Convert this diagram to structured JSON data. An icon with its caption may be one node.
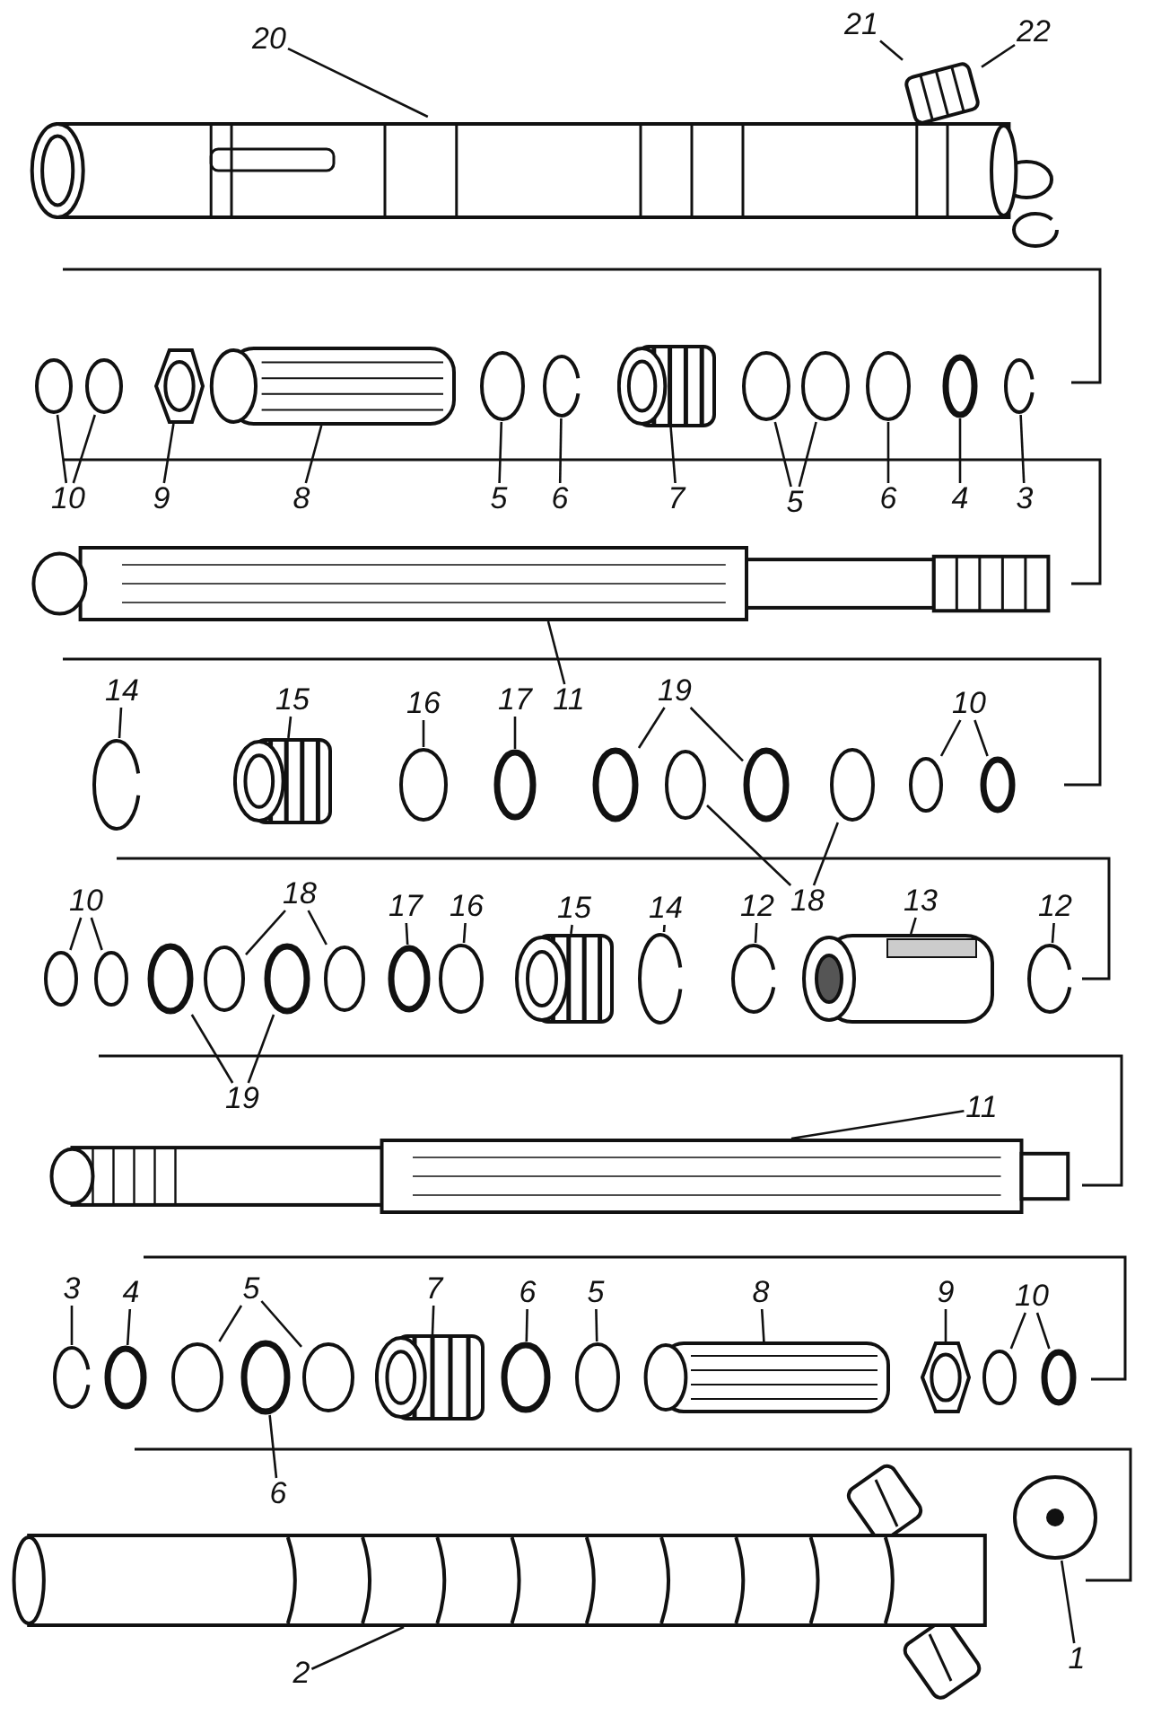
{
  "diagram": {
    "nodes": [
      {
        "text": [],
        "shape": "picture"
      },
      {
        "text": [],
        "shape": "picture"
      },
      {
        "text": [
          "20"
        ]
      },
      {
        "text": [
          "21"
        ]
      },
      {
        "text": [
          "22"
        ]
      },
      {
        "text": [],
        "shape": "circle"
      },
      {
        "text": [],
        "shape": "circle"
      },
      {
        "text": [],
        "shape": "picture"
      },
      {
        "text": [],
        "shape": "picture"
      },
      {
        "text": [],
        "shape": "circle"
      },
      {
        "text": [],
        "shape": "circle"
      },
      {
        "text": [],
        "shape": "picture"
      },
      {
        "text": [],
        "shape": "circle"
      },
      {
        "text": [],
        "shape": "circle"
      },
      {
        "text": [],
        "shape": "circle"
      },
      {
        "text": [],
        "shape": "circle"
      },
      {
        "text": [],
        "shape": "circle"
      },
      {
        "text": [
          "10"
        ]
      },
      {
        "text": [
          "9"
        ]
      },
      {
        "text": [
          "8"
        ]
      },
      {
        "text": [
          "5"
        ]
      },
      {
        "text": [
          "6"
        ]
      },
      {
        "text": [
          "7"
        ]
      },
      {
        "text": [
          "5"
        ]
      },
      {
        "text": [
          "6"
        ]
      },
      {
        "text": [
          "4"
        ]
      },
      {
        "text": [
          "3"
        ]
      },
      {
        "text": [],
        "shape": "picture"
      },
      {
        "text": [
          "11"
        ]
      },
      {
        "text": [],
        "shape": "circle"
      },
      {
        "text": [],
        "shape": "picture"
      },
      {
        "text": [],
        "shape": "circle"
      },
      {
        "text": [],
        "shape": "circle"
      },
      {
        "text": [],
        "shape": "circle"
      },
      {
        "text": [],
        "shape": "circle"
      },
      {
        "text": [],
        "shape": "circle"
      },
      {
        "text": [],
        "shape": "circle"
      },
      {
        "text": [],
        "shape": "circle"
      },
      {
        "text": [],
        "shape": "circle"
      },
      {
        "text": [
          "14"
        ]
      },
      {
        "text": [
          "15"
        ]
      },
      {
        "text": [
          "16"
        ]
      },
      {
        "text": [
          "17"
        ]
      },
      {
        "text": [
          "19"
        ]
      },
      {
        "text": [
          "10"
        ]
      },
      {
        "text": [
          "18"
        ]
      },
      {
        "text": [],
        "shape": "circle"
      },
      {
        "text": [],
        "shape": "circle"
      },
      {
        "text": [],
        "shape": "circle"
      },
      {
        "text": [],
        "shape": "circle"
      },
      {
        "text": [],
        "shape": "circle"
      },
      {
        "text": [],
        "shape": "circle"
      },
      {
        "text": [],
        "shape": "circle"
      },
      {
        "text": [],
        "shape": "circle"
      },
      {
        "text": [],
        "shape": "picture"
      },
      {
        "text": [],
        "shape": "circle"
      },
      {
        "text": [],
        "shape": "circle"
      },
      {
        "text": [],
        "shape": "picture"
      },
      {
        "text": [],
        "shape": "circle"
      },
      {
        "text": [
          "10"
        ]
      },
      {
        "text": [
          "18"
        ]
      },
      {
        "text": [
          "17"
        ]
      },
      {
        "text": [
          "16"
        ]
      },
      {
        "text": [
          "15"
        ]
      },
      {
        "text": [
          "14"
        ]
      },
      {
        "text": [
          "12"
        ]
      },
      {
        "text": [
          "13"
        ]
      },
      {
        "text": [
          "12"
        ]
      },
      {
        "text": [
          "19"
        ]
      },
      {
        "text": [],
        "shape": "picture"
      },
      {
        "text": [
          "11"
        ]
      },
      {
        "text": [],
        "shape": "circle"
      },
      {
        "text": [],
        "shape": "circle"
      },
      {
        "text": [],
        "shape": "circle"
      },
      {
        "text": [],
        "shape": "circle"
      },
      {
        "text": [],
        "shape": "circle"
      },
      {
        "text": [],
        "shape": "picture"
      },
      {
        "text": [],
        "shape": "circle"
      },
      {
        "text": [],
        "shape": "circle"
      },
      {
        "text": [],
        "shape": "picture"
      },
      {
        "text": [],
        "shape": "picture"
      },
      {
        "text": [],
        "shape": "circle"
      },
      {
        "text": [],
        "shape": "circle"
      },
      {
        "text": [
          "3"
        ]
      },
      {
        "text": [
          "4"
        ]
      },
      {
        "text": [
          "5"
        ]
      },
      {
        "text": [
          "7"
        ]
      },
      {
        "text": [
          "6"
        ]
      },
      {
        "text": [
          "5"
        ]
      },
      {
        "text": [
          "8"
        ]
      },
      {
        "text": [
          "9"
        ]
      },
      {
        "text": [
          "10"
        ]
      },
      {
        "text": [
          "6"
        ]
      },
      {
        "text": [],
        "shape": "picture"
      },
      {
        "text": [],
        "shape": "picture"
      },
      {
        "text": [
          "2"
        ]
      },
      {
        "text": [
          "1"
        ]
      }
    ],
    "edges": [
      {
        "from": 2,
        "to": 0,
        "arrow": "none"
      },
      {
        "from": 3,
        "to": 1,
        "arrow": "none"
      },
      {
        "from": 4,
        "to": 1,
        "arrow": "none"
      },
      {
        "from": 17,
        "to": 5,
        "arrow": "none"
      },
      {
        "from": 17,
        "to": 6,
        "arrow": "none"
      },
      {
        "from": 18,
        "to": 7,
        "arrow": "none"
      },
      {
        "from": 19,
        "to": 8,
        "arrow": "none"
      },
      {
        "from": 20,
        "to": 9,
        "arrow": "none"
      },
      {
        "from": 21,
        "to": 10,
        "arrow": "none"
      },
      {
        "from": 22,
        "to": 11,
        "arrow": "none"
      },
      {
        "from": 23,
        "to": 12,
        "arrow": "none"
      },
      {
        "from": 23,
        "to": 13,
        "arrow": "none"
      },
      {
        "from": 24,
        "to": 14,
        "arrow": "none"
      },
      {
        "from": 25,
        "to": 15,
        "arrow": "none"
      },
      {
        "from": 26,
        "to": 16,
        "arrow": "none"
      },
      {
        "from": 28,
        "to": 27,
        "arrow": "none"
      },
      {
        "from": 39,
        "to": 29,
        "arrow": "none"
      },
      {
        "from": 40,
        "to": 30,
        "arrow": "none"
      },
      {
        "from": 41,
        "to": 31,
        "arrow": "none"
      },
      {
        "from": 42,
        "to": 32,
        "arrow": "none"
      },
      {
        "from": 43,
        "to": 33,
        "arrow": "none"
      },
      {
        "from": 43,
        "to": 35,
        "arrow": "none"
      },
      {
        "from": 44,
        "to": 37,
        "arrow": "none"
      },
      {
        "from": 44,
        "to": 38,
        "arrow": "none"
      },
      {
        "from": 45,
        "to": 34,
        "arrow": "none"
      },
      {
        "from": 45,
        "to": 36,
        "arrow": "none"
      },
      {
        "from": 59,
        "to": 46,
        "arrow": "none"
      },
      {
        "from": 59,
        "to": 47,
        "arrow": "none"
      },
      {
        "from": 60,
        "to": 49,
        "arrow": "none"
      },
      {
        "from": 60,
        "to": 51,
        "arrow": "none"
      },
      {
        "from": 61,
        "to": 52,
        "arrow": "none"
      },
      {
        "from": 62,
        "to": 53,
        "arrow": "none"
      },
      {
        "from": 63,
        "to": 54,
        "arrow": "none"
      },
      {
        "from": 64,
        "to": 55,
        "arrow": "none"
      },
      {
        "from": 65,
        "to": 56,
        "arrow": "none"
      },
      {
        "from": 66,
        "to": 57,
        "arrow": "none"
      },
      {
        "from": 67,
        "to": 58,
        "arrow": "none"
      },
      {
        "from": 68,
        "to": 48,
        "arrow": "none"
      },
      {
        "from": 68,
        "to": 50,
        "arrow": "none"
      },
      {
        "from": 70,
        "to": 69,
        "arrow": "none"
      },
      {
        "from": 83,
        "to": 71,
        "arrow": "none"
      },
      {
        "from": 84,
        "to": 72,
        "arrow": "none"
      },
      {
        "from": 85,
        "to": 73,
        "arrow": "none"
      },
      {
        "from": 85,
        "to": 75,
        "arrow": "none"
      },
      {
        "from": 86,
        "to": 76,
        "arrow": "none"
      },
      {
        "from": 87,
        "to": 77,
        "arrow": "none"
      },
      {
        "from": 88,
        "to": 78,
        "arrow": "none"
      },
      {
        "from": 89,
        "to": 79,
        "arrow": "none"
      },
      {
        "from": 90,
        "to": 80,
        "arrow": "none"
      },
      {
        "from": 91,
        "to": 81,
        "arrow": "none"
      },
      {
        "from": 91,
        "to": 82,
        "arrow": "none"
      },
      {
        "from": 92,
        "to": 74,
        "arrow": "none"
      },
      {
        "from": 95,
        "to": 93,
        "arrow": "none"
      },
      {
        "from": 96,
        "to": 94,
        "arrow": "none"
      }
    ]
  }
}
